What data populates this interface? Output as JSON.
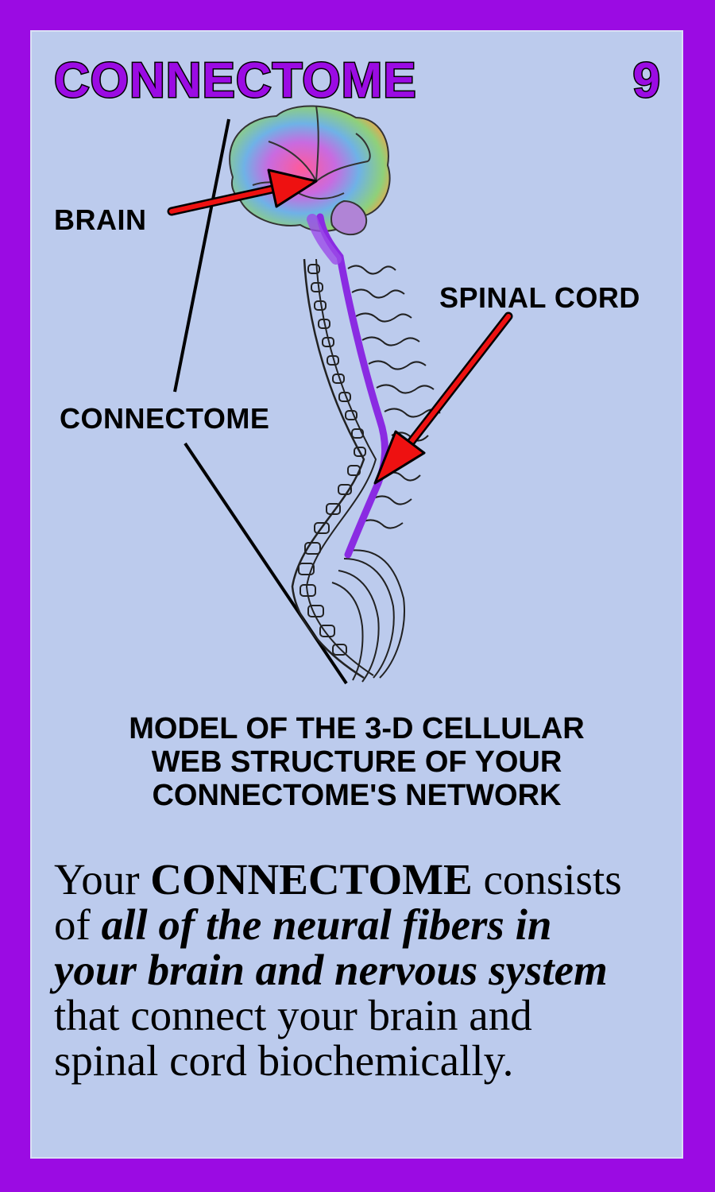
{
  "card": {
    "title": "CONNECTOME",
    "number": "9"
  },
  "labels": {
    "brain": "BRAIN",
    "spinal_cord": "SPINAL CORD",
    "connectome": "CONNECTOME"
  },
  "caption": {
    "line1": "MODEL OF THE 3-D CELLULAR",
    "line2": "WEB STRUCTURE OF YOUR",
    "line3": "CONNECTOME'S NETWORK"
  },
  "body": {
    "l1_a": "Your ",
    "l1_b": "CONNECTOME",
    "l1_c": " consists",
    "l2_a": "of ",
    "l2_b": "all of the neural fibers in",
    "l3": "your brain and nervous system",
    "l4": "that connect your brain and",
    "l5": "spinal cord biochemically."
  },
  "colors": {
    "frame": "#9b0be3",
    "card": "#bccbed",
    "arrow": "#ee1111",
    "spinal_cord": "#8a2be2"
  }
}
